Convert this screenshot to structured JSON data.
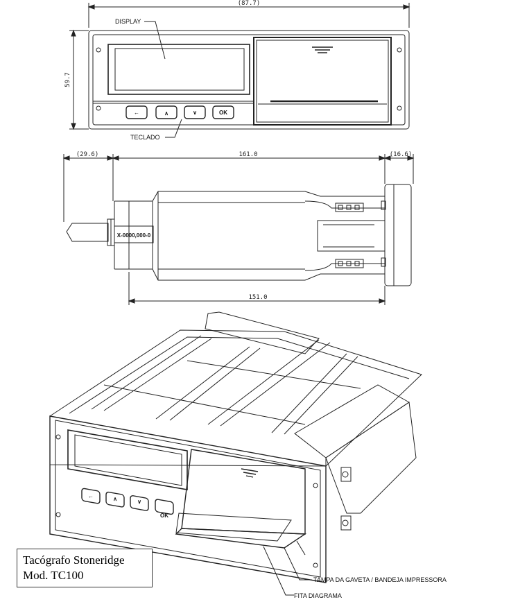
{
  "front_view": {
    "dim_width": "(87.7)",
    "dim_height": "59.7",
    "label_display": "DISPLAY",
    "label_keyboard": "TECLADO",
    "keys": [
      "←",
      "∧",
      "∨",
      "OK"
    ]
  },
  "side_view": {
    "dim_left": "(29.6)",
    "dim_main": "161.0",
    "dim_right": "(16.6)",
    "dim_bottom": "151.0",
    "part_number": "X-0000,000-0"
  },
  "iso_view": {
    "label_drawer": "TAMPA DA GAVETA / BANDEJA IMPRESSORA",
    "label_tape": "FITA DIAGRAMA",
    "keys": [
      "←",
      "∧",
      "∨",
      "OK"
    ]
  },
  "caption": {
    "line1": "Tacógrafo Stoneridge",
    "line2": "Mod. TC100"
  }
}
